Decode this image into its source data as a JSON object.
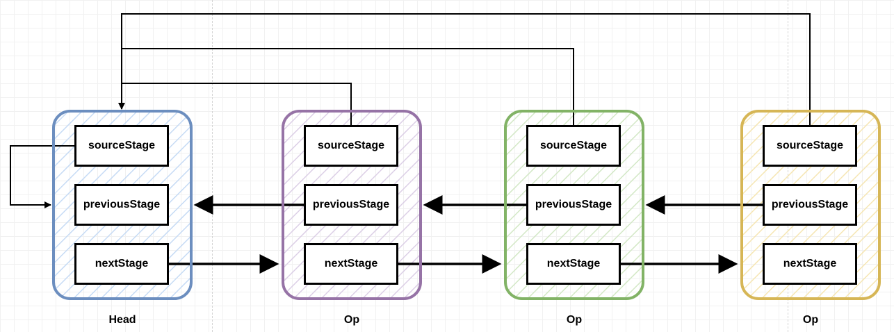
{
  "nodes": [
    {
      "caption": "Head",
      "color": "#6c8ebf",
      "fields": {
        "source": "sourceStage",
        "previous": "previousStage",
        "next": "nextStage"
      }
    },
    {
      "caption": "Op",
      "color": "#9673a6",
      "fields": {
        "source": "sourceStage",
        "previous": "previousStage",
        "next": "nextStage"
      }
    },
    {
      "caption": "Op",
      "color": "#82b366",
      "fields": {
        "source": "sourceStage",
        "previous": "previousStage",
        "next": "nextStage"
      }
    },
    {
      "caption": "Op",
      "color": "#d6b656",
      "fields": {
        "source": "sourceStage",
        "previous": "previousStage",
        "next": "nextStage"
      }
    }
  ]
}
